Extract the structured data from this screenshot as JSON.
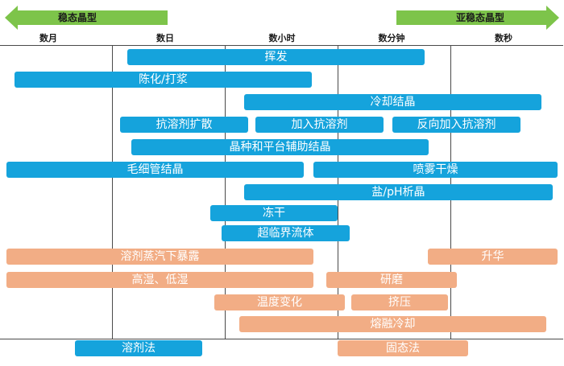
{
  "header": {
    "left_arrow": {
      "label": "稳态晶型",
      "color": "#7dc44a"
    },
    "right_arrow": {
      "label": "亚稳态晶型",
      "color": "#7dc44a"
    }
  },
  "time_scale": [
    "数月",
    "数日",
    "数小时",
    "数分钟",
    "数秒"
  ],
  "colors": {
    "process": "#15a3dc",
    "stress": "#f2ad85"
  },
  "processes": {
    "evaporation": "挥发",
    "aging_slurry": "陈化/打浆",
    "cooling": "冷却结晶",
    "antisolvent_diffusion": "抗溶剂扩散",
    "antisolvent_addition": "加入抗溶剂",
    "reverse_antisolvent": "反向加入抗溶剂",
    "seeding": "晶种和平台辅助结晶",
    "capillary": "毛细管结晶",
    "spray_drying": "喷雾干燥",
    "salt_ph": "盐/pH析晶",
    "freeze_drying": "冻干",
    "supercritical": "超临界流体"
  },
  "stresses": {
    "vapor_exposure": "溶剂蒸汽下暴露",
    "sublimation": "升华",
    "humidity": "高湿、低湿",
    "grinding": "研磨",
    "temperature": "温度变化",
    "compression": "挤压",
    "melt_cooling": "熔融冷却"
  },
  "methods": {
    "solution": "溶剂法",
    "solid_state": "固态法"
  }
}
